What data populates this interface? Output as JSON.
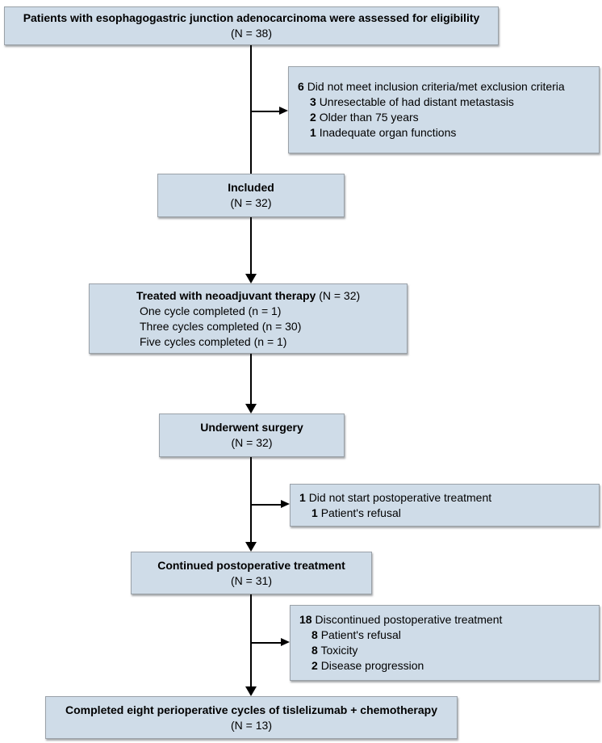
{
  "colors": {
    "box_fill": "#cfdce8",
    "box_border": "#9aa1a8",
    "arrow": "#000000",
    "background": "#ffffff"
  },
  "flow": {
    "assessed": {
      "title": "Patients with esophagogastric junction adenocarcinoma were assessed for eligibility",
      "n": "(N = 38)"
    },
    "excluded": {
      "header_num": "6",
      "header_text": "Did not meet inclusion criteria/met exclusion criteria",
      "items": [
        {
          "num": "3",
          "text": "Unresectable of had distant metastasis"
        },
        {
          "num": "2",
          "text": "Older than 75 years"
        },
        {
          "num": "1",
          "text": "Inadequate organ functions"
        }
      ]
    },
    "included": {
      "title": "Included",
      "n": "(N = 32)"
    },
    "neoadjuvant": {
      "title": "Treated with neoadjuvant therapy",
      "n": "(N = 32)",
      "items": [
        "One cycle completed (n = 1)",
        "Three cycles completed (n = 30)",
        "Five cycles completed (n = 1)"
      ]
    },
    "surgery": {
      "title": "Underwent surgery",
      "n": "(N = 32)"
    },
    "no_postop": {
      "header_num": "1",
      "header_text": "Did not start postoperative treatment",
      "items": [
        {
          "num": "1",
          "text": "Patient's refusal"
        }
      ]
    },
    "continued": {
      "title": "Continued postoperative treatment",
      "n": "(N = 31)"
    },
    "discontinued": {
      "header_num": "18",
      "header_text": "Discontinued postoperative treatment",
      "items": [
        {
          "num": "8",
          "text": "Patient's refusal"
        },
        {
          "num": "8",
          "text": "Toxicity"
        },
        {
          "num": "2",
          "text": "Disease progression"
        }
      ]
    },
    "completed": {
      "title": "Completed eight perioperative cycles of tislelizumab + chemotherapy",
      "n": "(N = 13)"
    }
  }
}
